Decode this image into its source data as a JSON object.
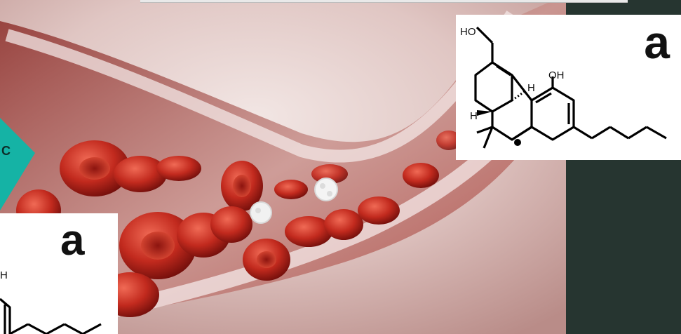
{
  "badge": {
    "letter": "C",
    "color": "#15b3a5"
  },
  "figure_label_right": "a",
  "figure_label_left": "a",
  "structure_right": {
    "hydroxymethyl": "HO",
    "hydroxyl": "OH",
    "h_upper": "H",
    "h_lower": "H"
  },
  "structure_left_partial": {
    "h_fragment": "H"
  },
  "colors": {
    "sidebar": "#263530",
    "teal_accent": "#15b3a5",
    "blood_red": "#b3231b"
  }
}
